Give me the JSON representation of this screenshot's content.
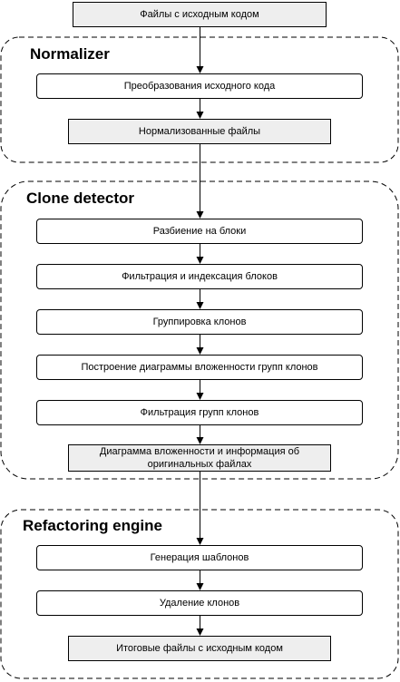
{
  "diagram": {
    "nodes": {
      "source_files": "Файлы с исходным кодом",
      "transform": "Преобразования исходного кода",
      "normalized_files": "Нормализованные файлы",
      "split_blocks": "Разбиение на блоки",
      "filter_index": "Фильтрация и индексация блоков",
      "group_clones": "Группировка клонов",
      "build_diagram": "Построение диаграммы вложенности групп клонов",
      "filter_groups": "Фильтрация групп клонов",
      "diagram_info": "Диаграмма вложенности и информация об оригинальных файлах",
      "gen_templates": "Генерация шаблонов",
      "remove_clones": "Удаление клонов",
      "final_files": "Итоговые файлы с исходным кодом"
    },
    "groups": {
      "normalizer": "Normalizer",
      "clone_detector": "Clone detector",
      "refactoring_engine": "Refactoring engine"
    },
    "edges": [
      [
        "source_files",
        "transform"
      ],
      [
        "transform",
        "normalized_files"
      ],
      [
        "normalized_files",
        "split_blocks"
      ],
      [
        "split_blocks",
        "filter_index"
      ],
      [
        "filter_index",
        "group_clones"
      ],
      [
        "group_clones",
        "build_diagram"
      ],
      [
        "build_diagram",
        "filter_groups"
      ],
      [
        "filter_groups",
        "diagram_info"
      ],
      [
        "diagram_info",
        "gen_templates"
      ],
      [
        "gen_templates",
        "remove_clones"
      ],
      [
        "remove_clones",
        "final_files"
      ]
    ]
  }
}
